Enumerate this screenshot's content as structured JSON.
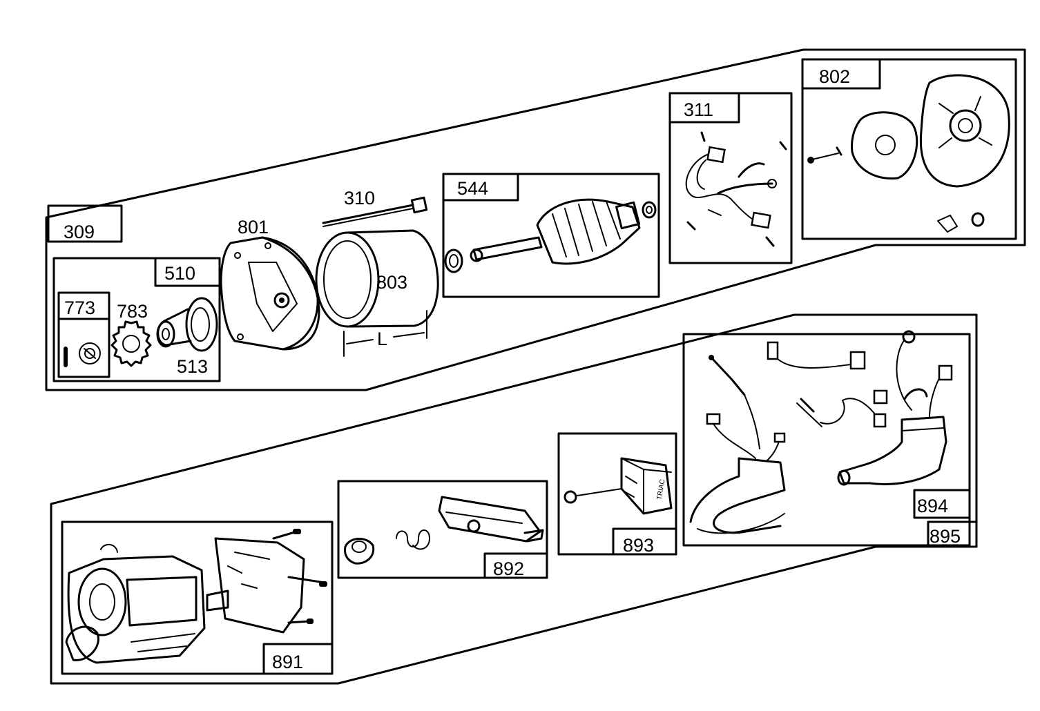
{
  "labels": {
    "p309": "309",
    "p510": "510",
    "p773": "773",
    "p783": "783",
    "p513": "513",
    "p801": "801",
    "p310": "310",
    "p803": "803",
    "dim_L": "L",
    "p544": "544",
    "p311": "311",
    "p802": "802",
    "p891": "891",
    "p892": "892",
    "p893": "893",
    "p894": "894",
    "p895": "895"
  },
  "colors": {
    "ink": "#000000",
    "paper": "#ffffff"
  }
}
